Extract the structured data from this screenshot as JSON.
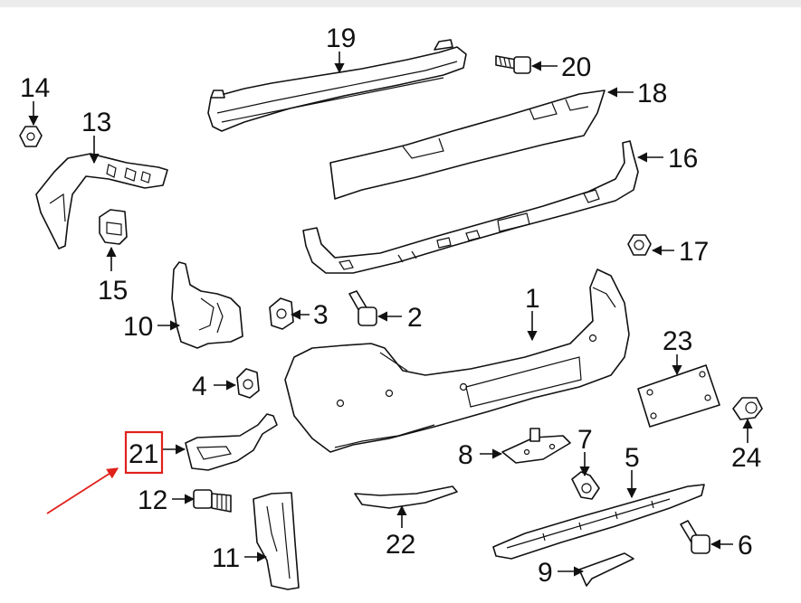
{
  "callouts": [
    {
      "id": "1",
      "text": "1"
    },
    {
      "id": "2",
      "text": "2"
    },
    {
      "id": "3",
      "text": "3"
    },
    {
      "id": "4",
      "text": "4"
    },
    {
      "id": "5",
      "text": "5"
    },
    {
      "id": "6",
      "text": "6"
    },
    {
      "id": "7",
      "text": "7"
    },
    {
      "id": "8",
      "text": "8"
    },
    {
      "id": "9",
      "text": "9"
    },
    {
      "id": "10",
      "text": "10"
    },
    {
      "id": "11",
      "text": "11"
    },
    {
      "id": "12",
      "text": "12"
    },
    {
      "id": "13",
      "text": "13"
    },
    {
      "id": "14",
      "text": "14"
    },
    {
      "id": "15",
      "text": "15"
    },
    {
      "id": "16",
      "text": "16"
    },
    {
      "id": "17",
      "text": "17"
    },
    {
      "id": "18",
      "text": "18"
    },
    {
      "id": "19",
      "text": "19"
    },
    {
      "id": "20",
      "text": "20"
    },
    {
      "id": "21",
      "text": "21"
    },
    {
      "id": "22",
      "text": "22"
    },
    {
      "id": "23",
      "text": "23"
    },
    {
      "id": "24",
      "text": "24"
    }
  ],
  "highlight": {
    "callout": "21",
    "box_color": "#e0201b",
    "arrow_color": "#e0201b"
  },
  "colors": {
    "line": "#111111",
    "background": "#ffffff",
    "top_bar": "#ececec"
  }
}
